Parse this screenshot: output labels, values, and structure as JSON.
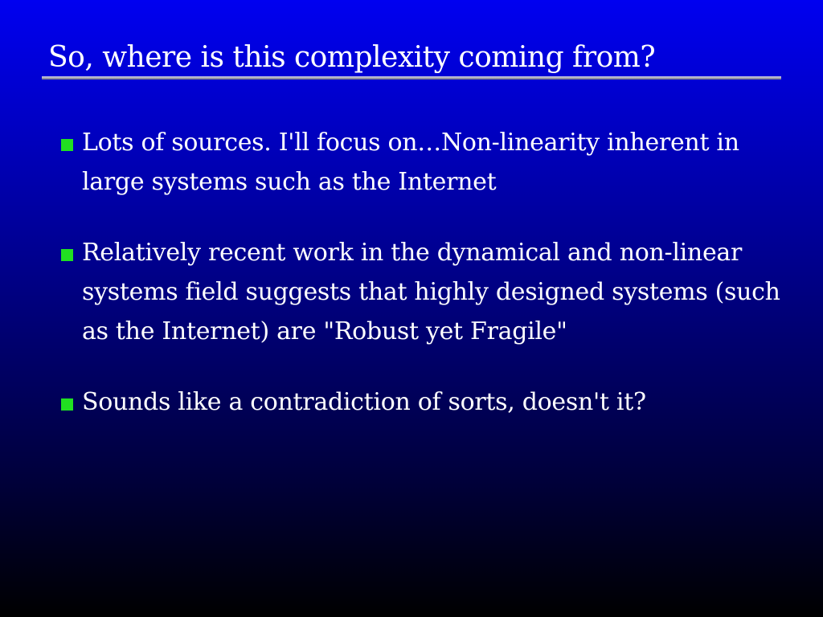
{
  "slide": {
    "title": "So, where is this complexity coming from?",
    "bullets": [
      {
        "text": "Lots of sources. I'll focus on…Non-linearity inherent in large systems such as the Internet"
      },
      {
        "text": "Relatively recent work in the dynamical and non-linear systems field suggests that highly designed systems (such as the Internet) are \"Robust yet Fragile\""
      },
      {
        "text": "Sounds like a contradiction of sorts, doesn't it?"
      }
    ]
  },
  "colors": {
    "background_top": "#0000f0",
    "background_bottom": "#000000",
    "bullet_marker": "#21e021",
    "rule": "#b0b0c8",
    "text": "#ffffff"
  },
  "icons": {
    "bullet_marker": "green-square-icon"
  }
}
